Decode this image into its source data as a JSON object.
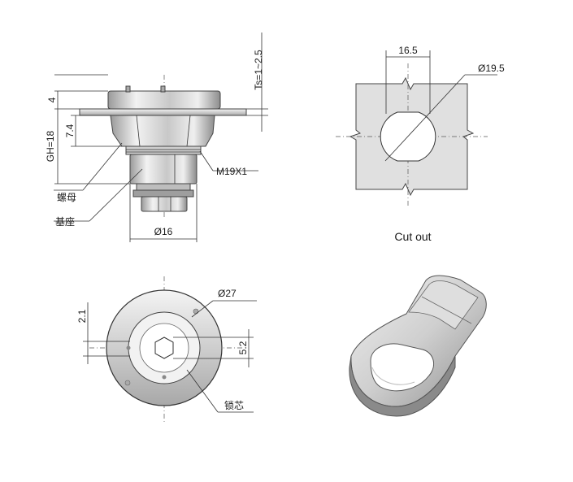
{
  "side_view": {
    "dim_top": "4",
    "dim_mid": "7.4",
    "dim_gh": "GH=18",
    "dim_ts": "Ts=1~2.5",
    "label_thread": "M19X1",
    "label_nut": "螺母",
    "label_base": "基座",
    "dim_dia": "Ø16"
  },
  "cutout_view": {
    "dim_width": "16.5",
    "dim_dia": "Ø19.5",
    "caption": "Cut out"
  },
  "front_view": {
    "dim_offset": "2.1",
    "dim_dia": "Ø27",
    "dim_hex": "5.2",
    "label_core": "锁芯"
  },
  "colors": {
    "metal_light": "#e6e6e6",
    "metal_mid": "#bdbdbd",
    "metal_dark": "#8a8a8a",
    "plate": "#e8e8e8",
    "line": "#333333"
  }
}
